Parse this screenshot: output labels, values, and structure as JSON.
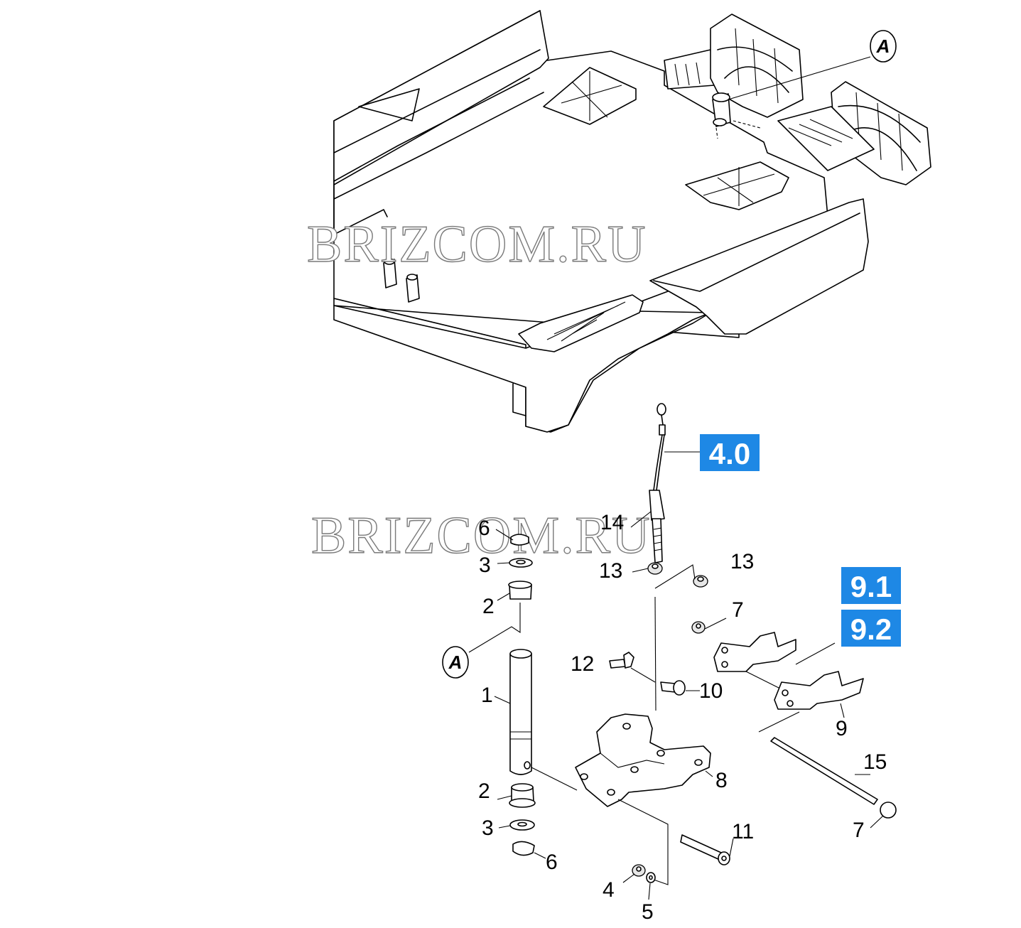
{
  "watermarks": [
    "BRIZCOM.RU",
    "BRIZCOM.RU"
  ],
  "detail_marker": "A",
  "reference_boxes": [
    "4.0",
    "9.1",
    "9.2"
  ],
  "callouts": {
    "c14": "14",
    "c6_top": "6",
    "c3_top": "3",
    "c13_left": "13",
    "c13_right": "13",
    "c2_top": "2",
    "c7_top": "7",
    "c12": "12",
    "c10": "10",
    "c1": "1",
    "c9": "9",
    "c15": "15",
    "c8": "8",
    "c2_bottom": "2",
    "c3_bottom": "3",
    "c6_bottom": "6",
    "c11": "11",
    "c7_bottom": "7",
    "c4": "4",
    "c5": "5"
  },
  "colors": {
    "reference_box": "#1e88e5",
    "line": "#000000",
    "watermark_outline": "#7a7a7a"
  }
}
